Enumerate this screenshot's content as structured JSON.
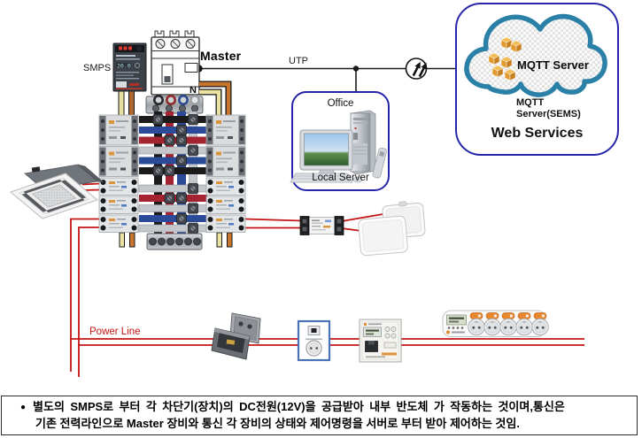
{
  "diagram": {
    "labels": {
      "smps": "SMPS",
      "master": "Master",
      "utp": "UTP",
      "neutral": "N",
      "power_line": "Power Line"
    },
    "office_box": {
      "title": "Office",
      "server": "Local Server"
    },
    "cloud_box": {
      "cloud_name": "MQTT Server",
      "subtitle_line1": "MQTT",
      "subtitle_line2": "Server(SEMS)",
      "title": "Web Services"
    },
    "components": [
      {
        "name": "smps-power-supply"
      },
      {
        "name": "master-breaker"
      },
      {
        "name": "distribution-panel"
      },
      {
        "name": "ceiling-air-conditioner"
      },
      {
        "name": "relay-module"
      },
      {
        "name": "led-ceiling-lights"
      },
      {
        "name": "floor-outlet-box"
      },
      {
        "name": "wall-outlet"
      },
      {
        "name": "wall-control-panel"
      },
      {
        "name": "smart-power-strip"
      },
      {
        "name": "network-link-icon"
      },
      {
        "name": "local-server-computer"
      },
      {
        "name": "mqtt-cloud"
      }
    ],
    "colors": {
      "wire_red": "#c41414",
      "box_border": "#2626a8",
      "cloud_stroke": "#2b80a8",
      "cube_orange": "#e9a23b",
      "utp_line": "#1a1a1a"
    }
  },
  "note": {
    "bullet": "●",
    "line1": "별도의 SMPS로 부터 각 차단기(장치)의 DC전원(12V)을 공급받아 내부 반도체 가 작동하는 것이며,통신은",
    "line2": "기존 전력라인으로 Master 장비와 통신 각 장비의 상태와 제어명령을 서버로 부터 받아 제어하는 것임."
  }
}
